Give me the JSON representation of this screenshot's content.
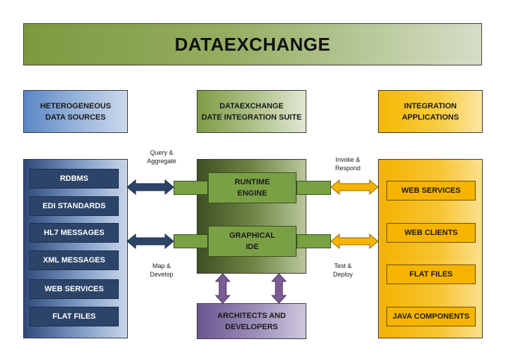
{
  "banner": {
    "title": "DATAEXCHANGE"
  },
  "headers": {
    "sources": [
      "HETEROGENEOUS",
      "DATA SOURCES"
    ],
    "suite": [
      "DATAEXCHANGE",
      "DATE INTEGRATION SUITE"
    ],
    "apps": [
      "INTEGRATION",
      "APPLICATIONS"
    ]
  },
  "sources": [
    "RDBMS",
    "EDI STANDARDS",
    "HL7 MESSAGES",
    "XML MESSAGES",
    "WEB SERVICES",
    "FLAT FILES"
  ],
  "applications": [
    "WEB SERVICES",
    "WEB CLIENTS",
    "FLAT FILES",
    "JAVA COMPONENTS"
  ],
  "engines": {
    "runtime": [
      "RUNTIME",
      "ENGINE"
    ],
    "ide": [
      "GRAPHICAL",
      "IDE"
    ]
  },
  "users": [
    "ARCHITECTS AND",
    "DEVELOPERS"
  ],
  "arrow_labels": {
    "query": [
      "Query &",
      "Aggregate"
    ],
    "map": [
      "Map &",
      "Develop"
    ],
    "invoke": [
      "Invoke &",
      "Respond"
    ],
    "test": [
      "Test &",
      "Deploy"
    ]
  },
  "colors": {
    "left_arrow": "#2d4469",
    "right_arrow": "#f6b400",
    "vertical_arrow": "#7a5b94"
  }
}
